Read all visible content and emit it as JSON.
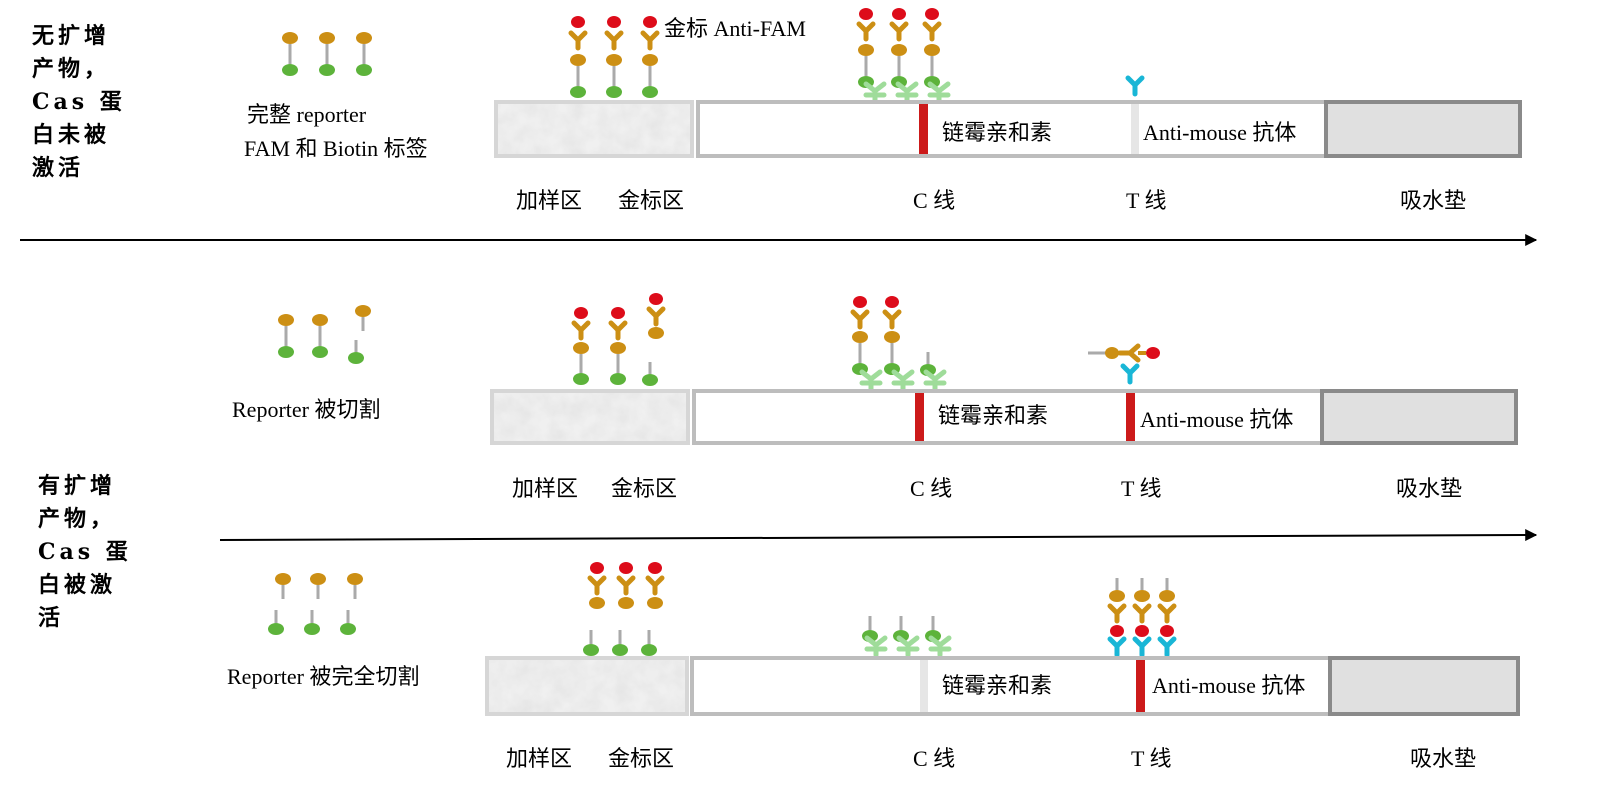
{
  "top_case": {
    "side_lines": [
      "无扩增",
      "产物，",
      "Cas 蛋",
      "白未被",
      "激活"
    ],
    "reporter_caption_1": "完整 reporter",
    "reporter_caption_2": "FAM 和 Biotin 标签",
    "gold_label": "金标 Anti-FAM",
    "strip": {
      "streptavidin": "链霉亲和素",
      "anti_mouse": "Anti-mouse 抗体"
    }
  },
  "bottom_case": {
    "side_lines": [
      "有扩增",
      "产物，",
      "Cas 蛋",
      "白被激",
      "活"
    ]
  },
  "row2": {
    "reporter_caption": "Reporter 被切割",
    "strip": {
      "streptavidin": "链霉亲和素",
      "anti_mouse": "Anti-mouse 抗体"
    }
  },
  "row3": {
    "reporter_caption": "Reporter 被完全切割",
    "strip": {
      "streptavidin": "链霉亲和素",
      "anti_mouse": "Anti-mouse 抗体"
    }
  },
  "zone_labels": {
    "sample": "加样区",
    "gold": "金标区",
    "c_line": "C 线",
    "t_line": "T 线",
    "pad": "吸水垫"
  },
  "colors": {
    "fam_green": "#5db33b",
    "biotin_gold": "#cc8f14",
    "antibody_red": "#dd0c1a",
    "line_red": "#cc1a1a",
    "streptavidin_green": "#9fdc9a",
    "anti_mouse_blue": "#19b6d6",
    "stem_gray": "#aaaaaa"
  }
}
